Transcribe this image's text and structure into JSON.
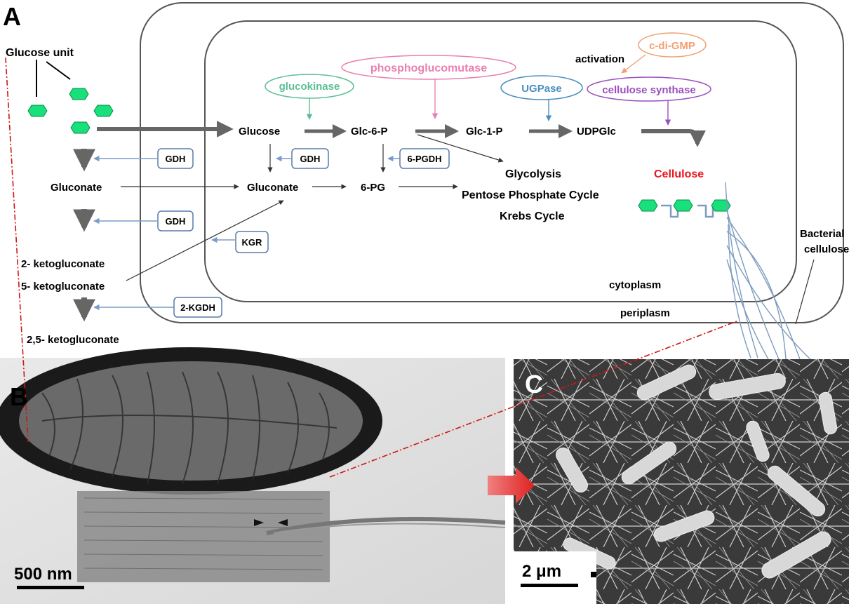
{
  "panel_labels": {
    "a": "A",
    "b": "B",
    "c": "C"
  },
  "left_column": {
    "glucose_unit": "Glucose unit",
    "gluconate": "Gluconate",
    "ketogluconate_2": "2- ketogluconate",
    "ketogluconate_5": "5- ketogluconate",
    "ketogluconate_25": "2,5- ketogluconate"
  },
  "enzymes": {
    "gdh": "GDH",
    "kgr": "KGR",
    "kgdh": "2-KGDH",
    "pgdh": "6-PGDH",
    "glucokinase": "glucokinase",
    "phosphoglucomutase": "phosphoglucomutase",
    "ugpase": "UGPase",
    "cellulose_synthase": "cellulose synthase",
    "c_di_gmp": "c-di-GMP"
  },
  "metabolites": {
    "glucose": "Glucose",
    "glc6p": "Glc-6-P",
    "glc1p": "Glc-1-P",
    "udpglc": "UDPGlc",
    "gluconate_inner": "Gluconate",
    "pg6": "6-PG",
    "cellulose": "Cellulose"
  },
  "pathways": {
    "glycolysis": "Glycolysis",
    "pentose": "Pentose Phosphate Cycle",
    "krebs": "Krebs Cycle"
  },
  "labels": {
    "activation": "activation",
    "cytoplasm": "cytoplasm",
    "periplasm": "periplasm",
    "bacterial_cellulose_1": "Bacterial",
    "bacterial_cellulose_2": "cellulose"
  },
  "scale_bars": {
    "b": "500 nm",
    "c": "2 μm"
  },
  "colors": {
    "glucokinase": "#5cbf94",
    "phosphoglucomutase": "#e97fb0",
    "ugpase": "#4a8fbf",
    "cellulose_synthase": "#9b4fbf",
    "c_di_gmp": "#f0a070",
    "cellulose": "#e8141c",
    "glucose_unit": "#18e07a",
    "gdh_arrow": "#7a9cc8",
    "leader_line": "#d01515",
    "main_arrow": "#666666",
    "fibril": "#7d9bbf"
  }
}
